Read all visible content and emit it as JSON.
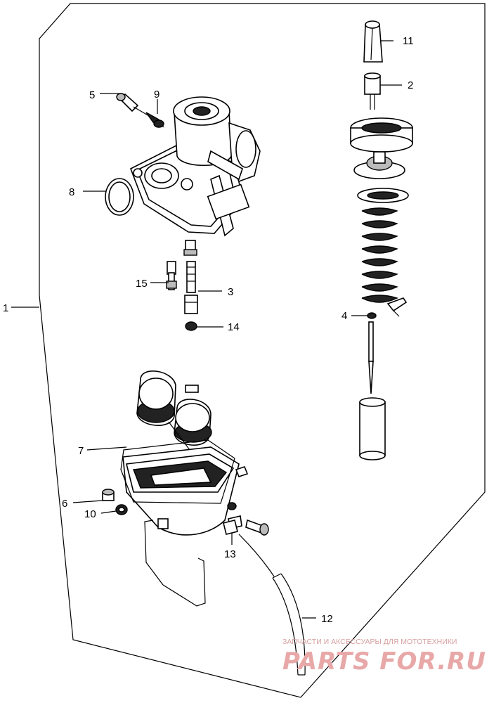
{
  "labels": {
    "l1": "1",
    "l2": "2",
    "l3": "3",
    "l4": "4",
    "l5": "5",
    "l6": "6",
    "l7": "7",
    "l8": "8",
    "l9": "9",
    "l10": "10",
    "l11": "11",
    "l12": "12",
    "l13": "13",
    "l14": "14",
    "l15": "15"
  },
  "watermark": {
    "tagline": "ЗАПЧАСТИ И АКСЕССУАРЫ ДЛЯ МОТОТЕХНИКИ",
    "logo": "PARTS FOR.RU"
  }
}
